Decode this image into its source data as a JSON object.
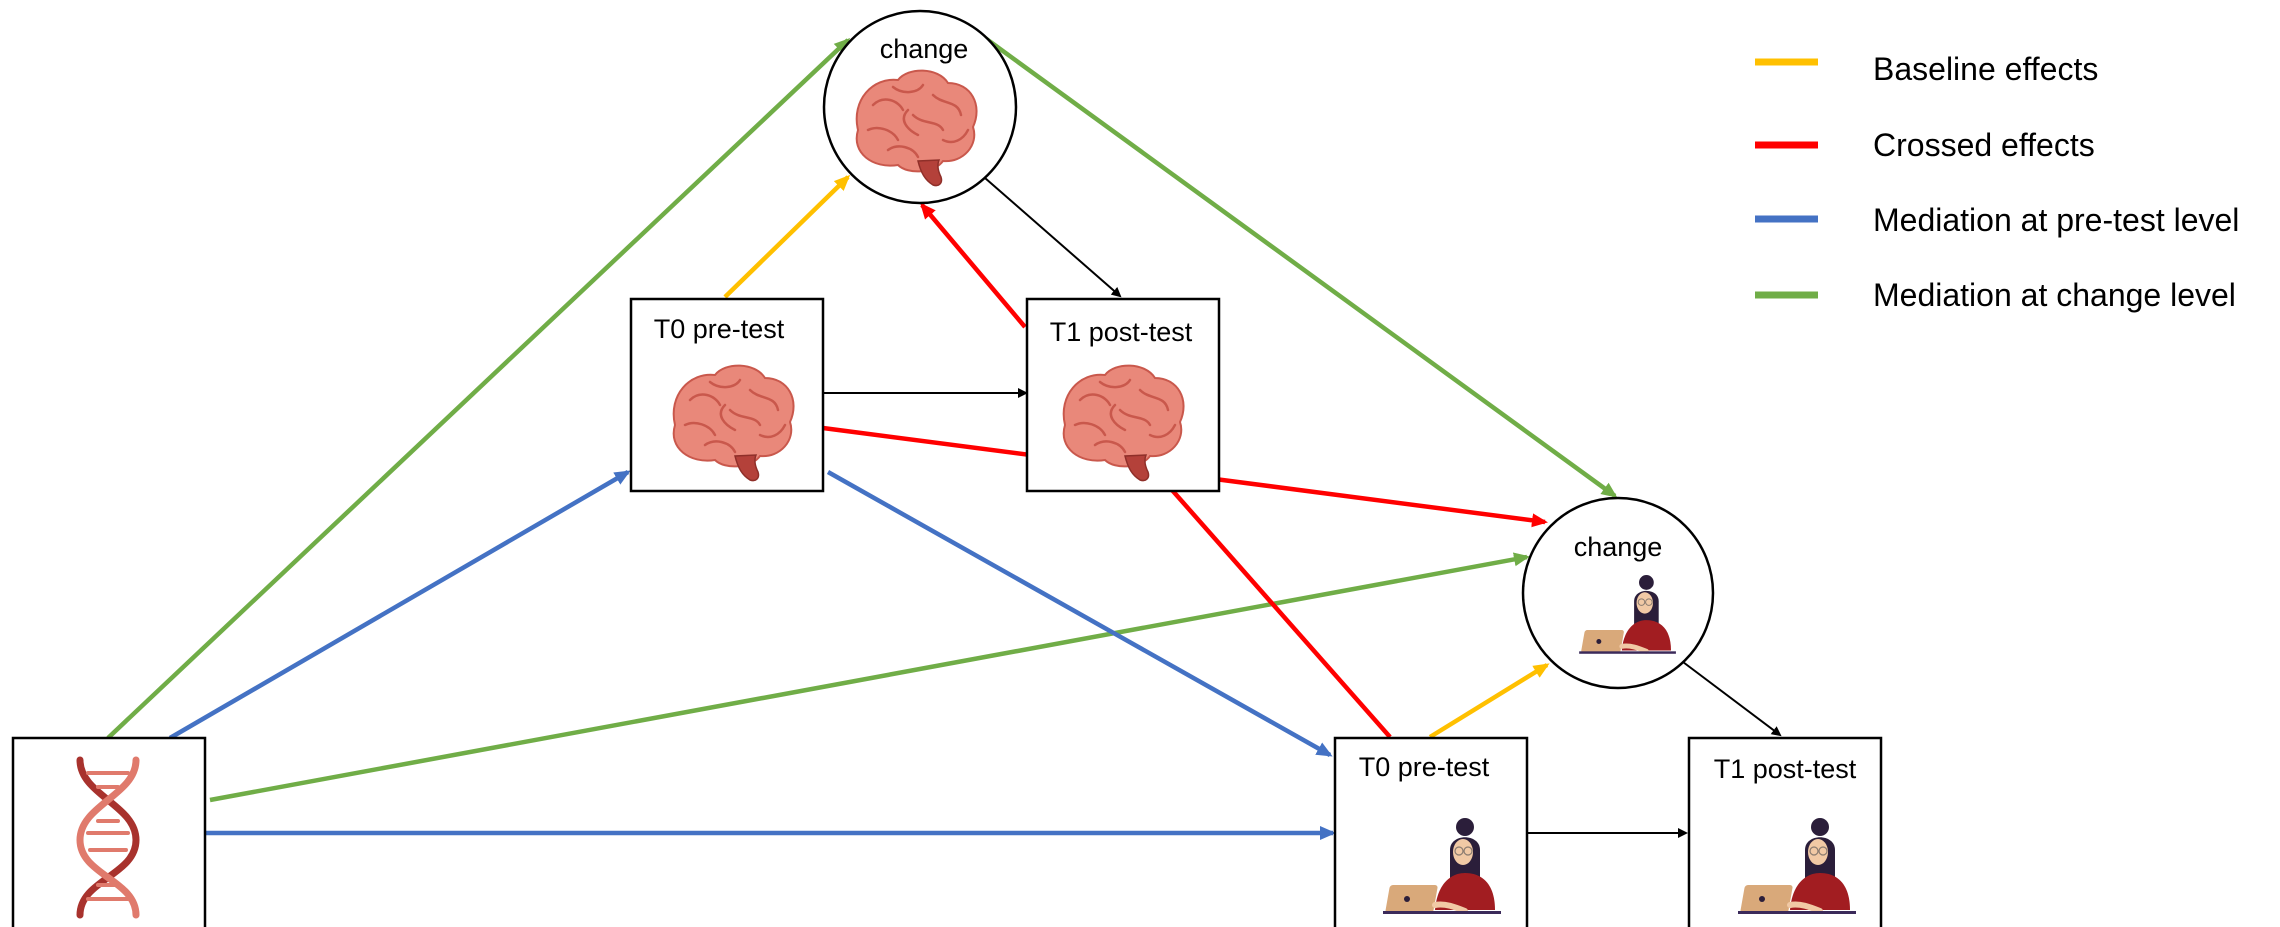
{
  "nodes": {
    "brain_change": {
      "label": "change",
      "icon": "brain-icon"
    },
    "brain_t0": {
      "label": "T0 pre-test",
      "icon": "brain-icon"
    },
    "brain_t1": {
      "label": "T1 post-test",
      "icon": "brain-icon"
    },
    "behav_change": {
      "label": "change",
      "icon": "person-laptop-icon"
    },
    "behav_t0": {
      "label": "T0 pre-test",
      "icon": "person-laptop-icon"
    },
    "behav_t1": {
      "label": "T1 post-test",
      "icon": "person-laptop-icon"
    },
    "genes": {
      "label": "",
      "icon": "dna-icon"
    }
  },
  "legend": [
    {
      "label": "Baseline effects",
      "color": "#FFC000"
    },
    {
      "label": "Crossed effects",
      "color": "#FF0000"
    },
    {
      "label": "Mediation at pre-test level",
      "color": "#4472C4"
    },
    {
      "label": "Mediation at change level",
      "color": "#70AD47"
    }
  ],
  "colors": {
    "baseline": "#FFC000",
    "crossed": "#FF0000",
    "mediation_pretest": "#4472C4",
    "mediation_change": "#70AD47",
    "structural": "#000000"
  }
}
